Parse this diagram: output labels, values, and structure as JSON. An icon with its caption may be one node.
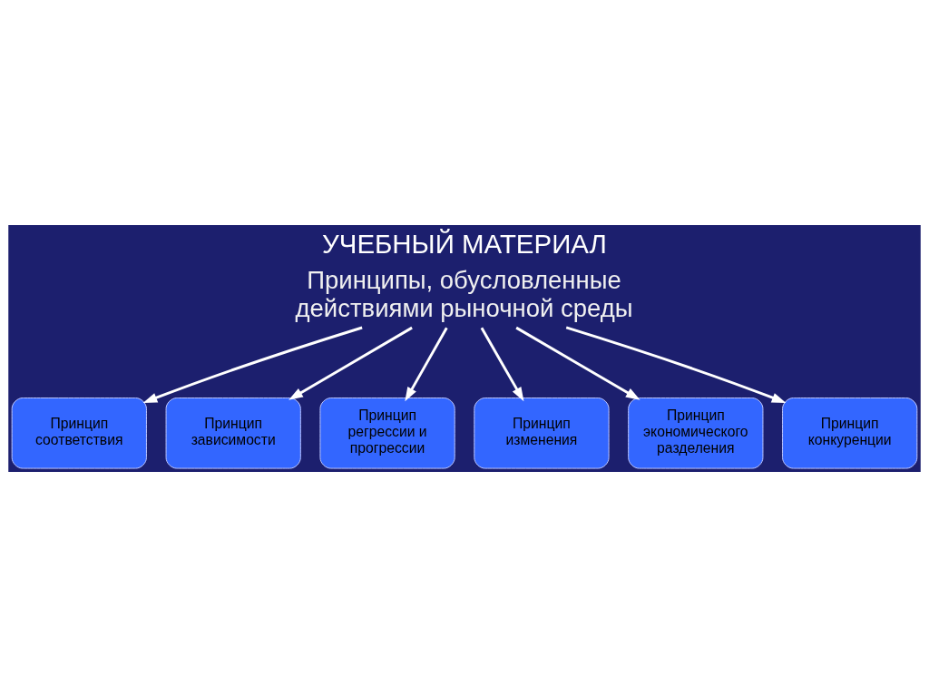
{
  "diagram": {
    "title": "УЧЕБНЫЙ МАТЕРИАЛ",
    "nodes": [
      {
        "text": [
          "Принципы, обусловленные действиями рыночной среды"
        ]
      },
      {
        "text": [
          "Принцип соответствия"
        ]
      },
      {
        "text": [
          "Принцип зависимости"
        ]
      },
      {
        "text": [
          "Принцип регрессии и прогрессии"
        ]
      },
      {
        "text": [
          "Принцип изменения"
        ]
      },
      {
        "text": [
          "Принцип экономического разделения"
        ]
      },
      {
        "text": [
          "Принцип конкуренции"
        ]
      }
    ],
    "edges": [
      {
        "from": 0,
        "to": 1,
        "arrow": "to"
      },
      {
        "from": 0,
        "to": 2,
        "arrow": "to"
      },
      {
        "from": 0,
        "to": 3,
        "arrow": "to"
      },
      {
        "from": 0,
        "to": 4,
        "arrow": "to"
      },
      {
        "from": 0,
        "to": 5,
        "arrow": "to"
      },
      {
        "from": 0,
        "to": 6,
        "arrow": "to"
      }
    ]
  }
}
